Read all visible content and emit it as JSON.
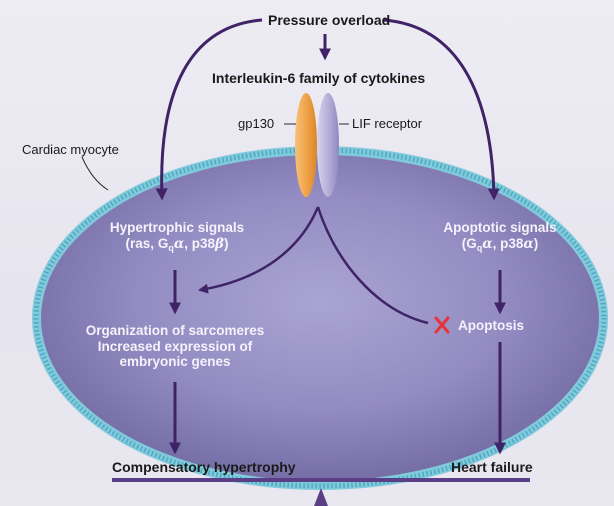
{
  "labels": {
    "pressure_overload": "Pressure overload",
    "il6_family": "Interleukin-6 family of cytokines",
    "gp130": "gp130",
    "lif_receptor": "LIF receptor",
    "cardiac_myocyte": "Cardiac myocyte",
    "hypertrophic_signals": {
      "line1": "Hypertrophic signals",
      "pre": "(ras, G",
      "sub": "q",
      "alpha": "α",
      "mid": ", p38",
      "beta": "β",
      "post": ")"
    },
    "apoptotic_signals": {
      "line1": "Apoptotic signals",
      "pre": "(G",
      "sub": "q",
      "alpha": "α",
      "mid": ", p38",
      "alpha2": "α",
      "post": ")"
    },
    "organization": {
      "line1": "Organization of sarcomeres",
      "line2": "Increased expression of",
      "line3": "embryonic genes"
    },
    "apoptosis": "Apoptosis",
    "compensatory_hypertrophy": "Compensatory hypertrophy",
    "heart_failure": "Heart failure"
  },
  "colors": {
    "arrow": "#3f2366",
    "cell_fill": "#8d86bb",
    "membrane": "#6cc2d6",
    "gp130_receptor": "#f0a848",
    "lif_receptor": "#b6b0d8",
    "inhibit_x": "#e8333a"
  }
}
